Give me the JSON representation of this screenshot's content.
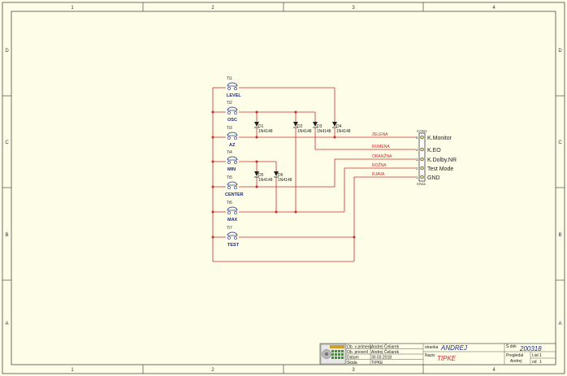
{
  "colors": {
    "paper": "#fdfde8",
    "wire": "#cc2a2a",
    "border": "#333333",
    "label_blue": "#1d2a8c",
    "net_red": "#c62828"
  },
  "frame": {
    "columns": [
      "1",
      "2",
      "3",
      "4"
    ],
    "rows": [
      "D",
      "C",
      "B",
      "A"
    ]
  },
  "switches": [
    {
      "ref": "Ti1",
      "name": "LEVEL"
    },
    {
      "ref": "Ti2",
      "name": "OSC"
    },
    {
      "ref": "Ti3",
      "name": "AZ"
    },
    {
      "ref": "Ti4",
      "name": "MIN"
    },
    {
      "ref": "Ti5",
      "name": "CENTER"
    },
    {
      "ref": "Ti6",
      "name": "MAX"
    },
    {
      "ref": "Ti7",
      "name": "TEST"
    }
  ],
  "diodes": [
    {
      "ref": "D1",
      "part": "1N4148"
    },
    {
      "ref": "D2",
      "part": "1N4148"
    },
    {
      "ref": "D3",
      "part": "1N4148"
    },
    {
      "ref": "D4",
      "part": "1N4148"
    },
    {
      "ref": "D5",
      "part": "1N4148"
    },
    {
      "ref": "D6",
      "part": "1N4148"
    }
  ],
  "nets": [
    "ZELENA",
    "RUMENA",
    "ORANŽNA",
    "ROŽNA",
    "RJAVA"
  ],
  "connector": {
    "ref_top": "CON1",
    "ref_bottom": "CN11",
    "pins": [
      {
        "num": "5",
        "label": "K.Monitor"
      },
      {
        "num": "4",
        "label": "K.EO"
      },
      {
        "num": "3",
        "label": "K.Dolby.NR"
      },
      {
        "num": "2",
        "label": "Test Mode"
      },
      {
        "num": "1",
        "label": "GND"
      }
    ]
  },
  "title_block": {
    "rows": [
      {
        "label": "Ob. v primeru",
        "value": "Andrej Čeliarek"
      },
      {
        "label": "Ob. preveril",
        "value": "Andrej Čeliarek"
      },
      {
        "label": "Datum",
        "value": "30.03.2018"
      },
      {
        "label": "Skala",
        "value": "TIPKE"
      }
    ],
    "stranka_label": "stranka",
    "stranka_value": "ANDREJ",
    "naziv_label": "Naziv",
    "naziv_value": "TIPKE",
    "st_label": "Š.dok",
    "st_value": "200318",
    "pregledal_label": "Pregledal",
    "pregledal_value": "Andrej",
    "list_label": "List",
    "list_value": "1",
    "od_label": "od",
    "od_value": "1"
  }
}
